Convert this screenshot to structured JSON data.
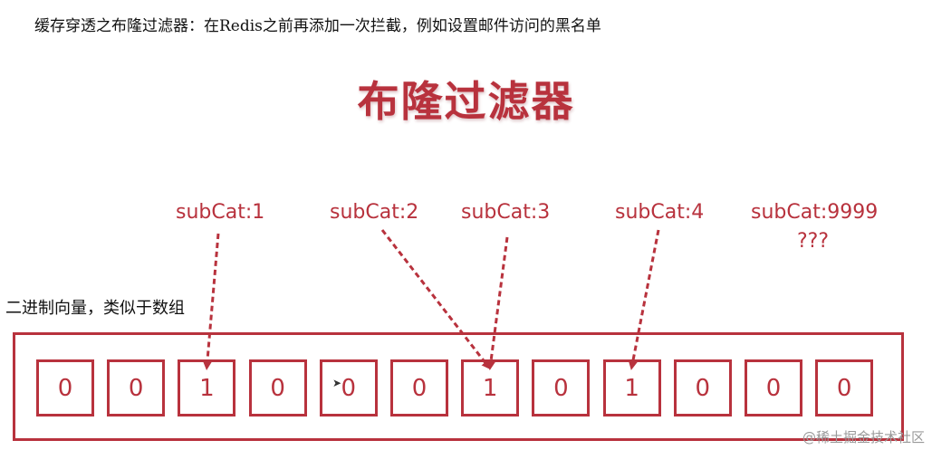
{
  "caption": "缓存穿透之布隆过滤器：在Redis之前再添加一次拦截，例如设置邮件访问的黑名单",
  "title": "布隆过滤器",
  "keys": [
    "subCat:1",
    "subCat:2",
    "subCat:3",
    "subCat:4",
    "subCat:9999"
  ],
  "unknown_marker": "???",
  "vector_label": "二进制向量，类似于数组",
  "bits": [
    "0",
    "0",
    "1",
    "0",
    "0",
    "0",
    "1",
    "0",
    "1",
    "0",
    "0",
    "0"
  ],
  "key_to_bit_index": [
    2,
    6,
    6,
    8
  ],
  "watermark": "@稀土掘金技术社区",
  "colors": {
    "accent": "#b8323d",
    "text": "#111111"
  },
  "icons": {
    "cursor": "mouse-pointer-icon"
  }
}
